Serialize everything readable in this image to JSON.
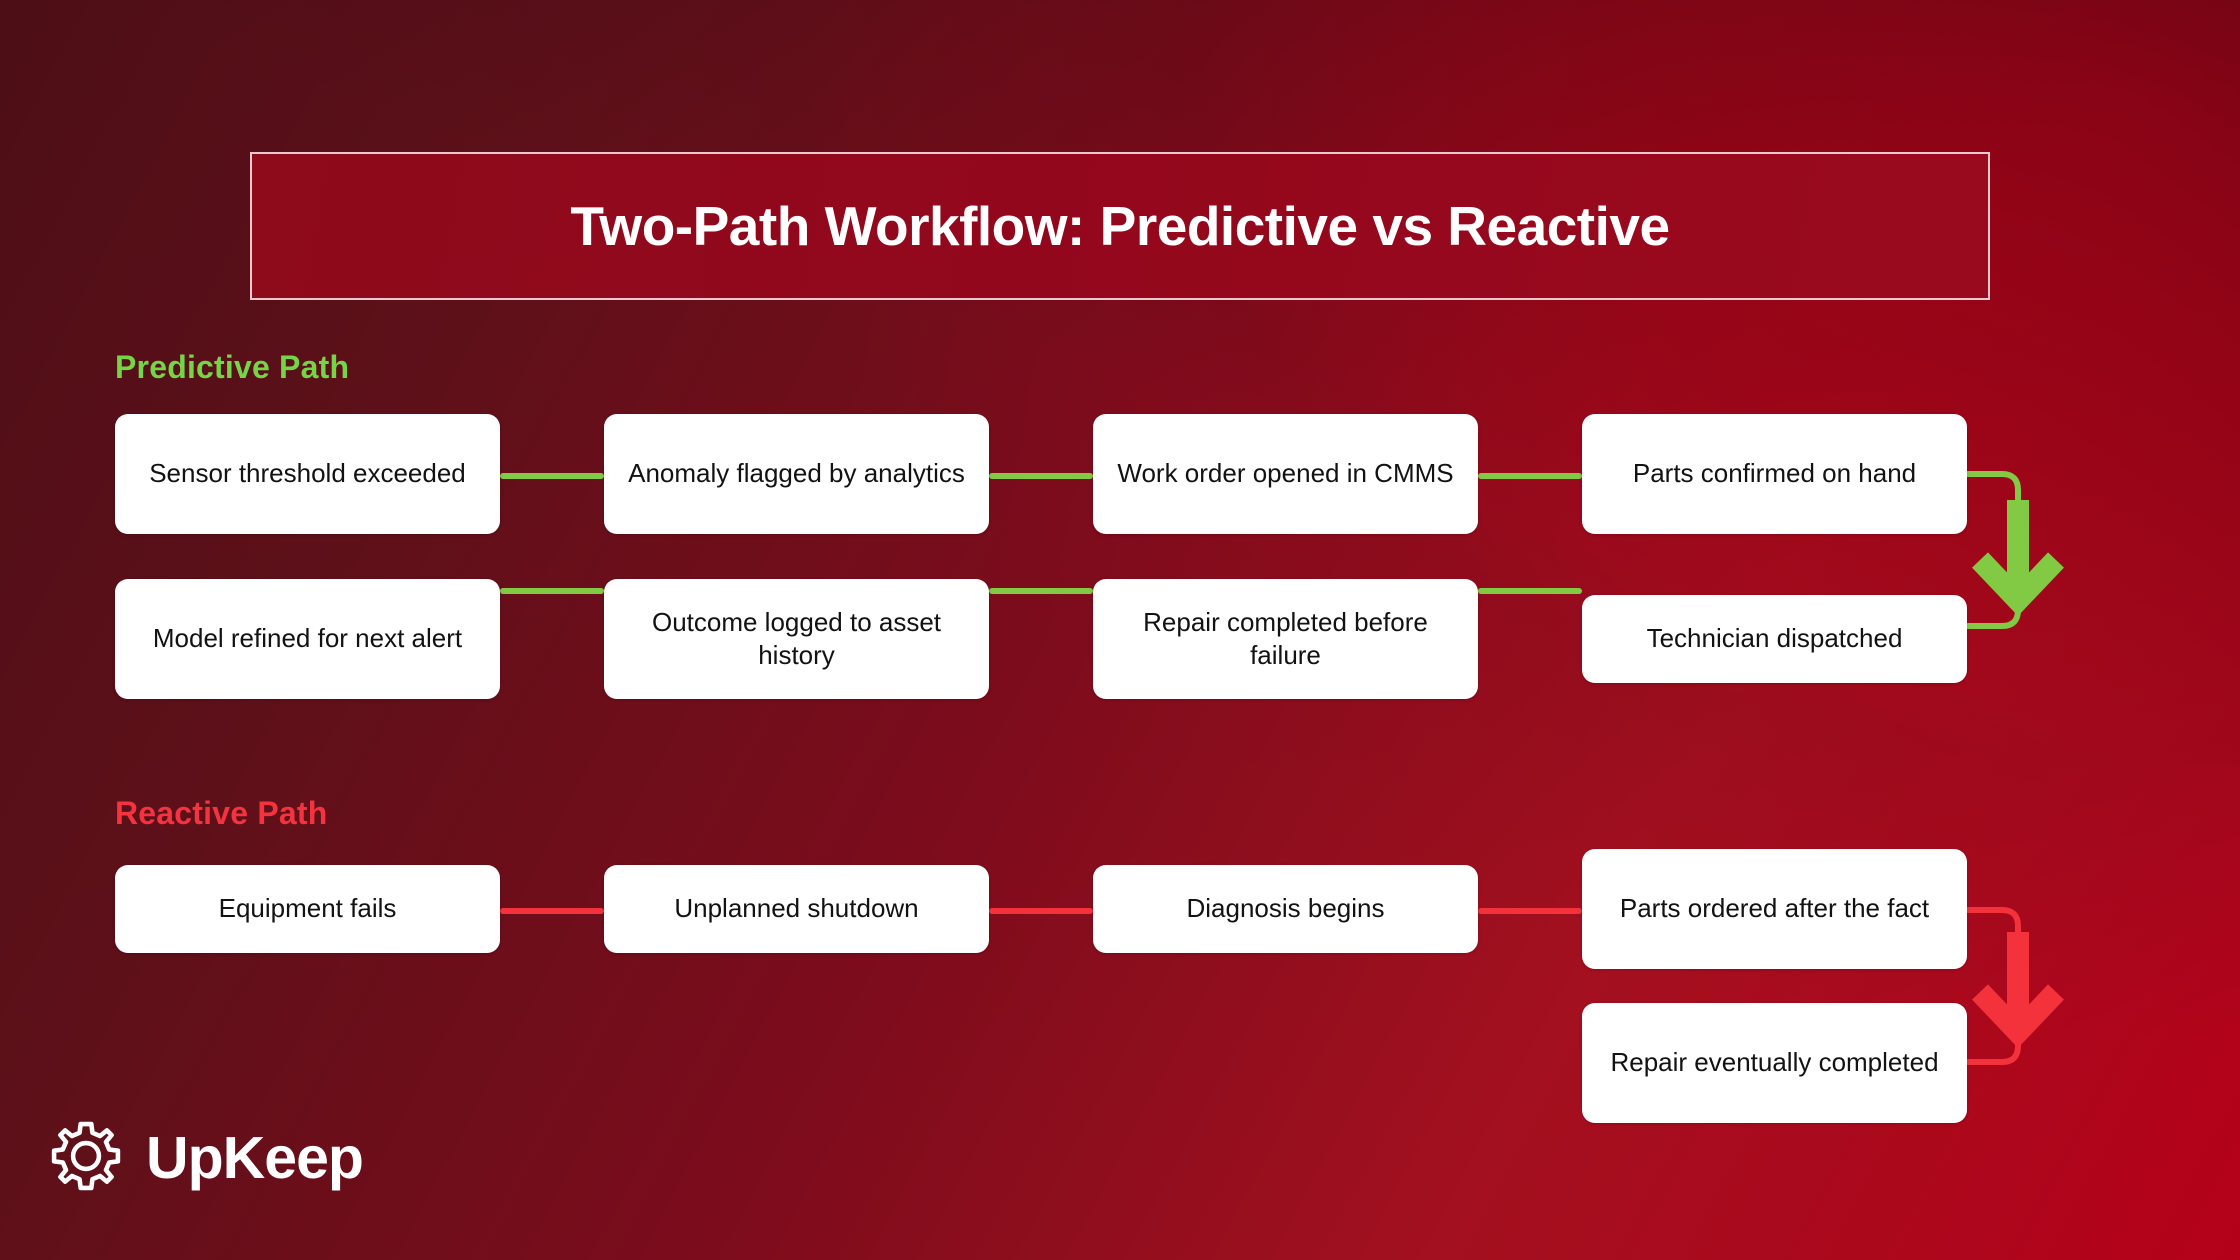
{
  "banner": {
    "title": "Two-Path Workflow: Predictive vs Reactive"
  },
  "sections": {
    "predictive": {
      "label": "Predictive Path",
      "color": "#74d647",
      "row1": [
        "Sensor threshold exceeded",
        "Anomaly flagged by analytics",
        "Work order opened in CMMS",
        "Parts confirmed on hand"
      ],
      "row2": [
        "Model refined for next alert",
        "Outcome logged to asset history",
        "Repair completed before failure",
        "Technician dispatched"
      ]
    },
    "reactive": {
      "label": "Reactive Path",
      "color": "#f5333f",
      "row1": [
        "Equipment fails",
        "Unplanned shutdown",
        "Diagnosis begins",
        "Parts ordered after the fact"
      ],
      "row2": [
        "Repair eventually completed"
      ]
    }
  },
  "logo": {
    "wordmark": "UpKeep",
    "icon": "gear-icon",
    "color": "#ffffff"
  },
  "theme": {
    "background_dark": "#5c1018",
    "background_bright": "#b4011a",
    "node_background": "#ffffff",
    "node_text": "#121212",
    "banner_border": "#e9c9cd",
    "predictive_connector": "#82c944",
    "reactive_connector": "#f3323c"
  }
}
